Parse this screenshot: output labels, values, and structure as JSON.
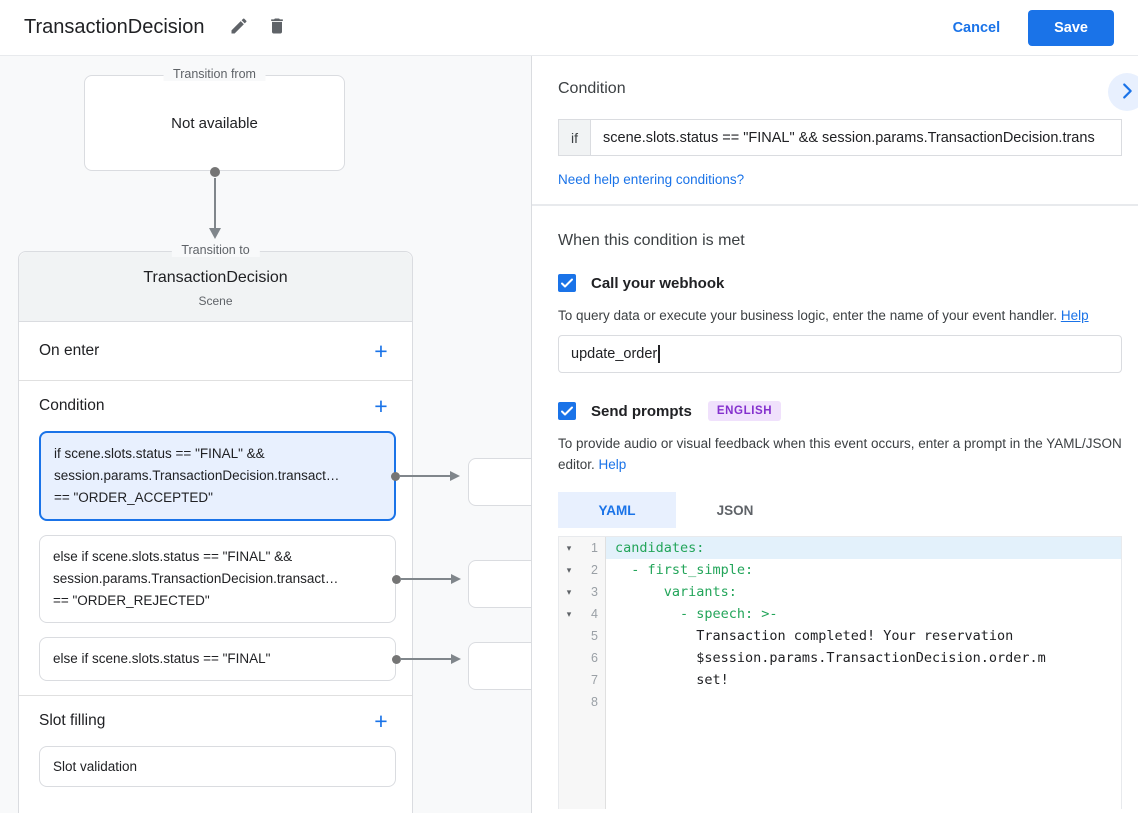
{
  "header": {
    "title": "TransactionDecision",
    "cancel_label": "Cancel",
    "save_label": "Save"
  },
  "canvas": {
    "transition_from": {
      "label": "Transition from",
      "content": "Not available"
    },
    "transition_to": {
      "label": "Transition to",
      "title": "TransactionDecision",
      "subtitle": "Scene"
    },
    "on_enter_label": "On enter",
    "condition_label": "Condition",
    "slot_filling_label": "Slot filling",
    "slot_validation_label": "Slot validation",
    "cards": [
      {
        "lines": [
          "if scene.slots.status == \"FINAL\" &&",
          "session.params.TransactionDecision.transact…",
          "== \"ORDER_ACCEPTED\""
        ]
      },
      {
        "lines": [
          "else if scene.slots.status == \"FINAL\" &&",
          "session.params.TransactionDecision.transact…",
          "== \"ORDER_REJECTED\""
        ]
      },
      {
        "lines": [
          "else if scene.slots.status == \"FINAL\""
        ]
      }
    ]
  },
  "panel": {
    "title": "Condition",
    "if_label": "if",
    "if_value": "scene.slots.status == \"FINAL\" && session.params.TransactionDecision.trans",
    "help_link": "Need help entering conditions?",
    "when_title": "When this condition is met",
    "webhook": {
      "label": "Call your webhook",
      "desc": "To query data or execute your business logic, enter the name of your event handler.",
      "help_label": "Help",
      "value": "update_order"
    },
    "prompts": {
      "label": "Send prompts",
      "badge": "ENGLISH",
      "desc": "To provide audio or visual feedback when this event occurs, enter a prompt in the YAML/JSON editor.",
      "help_label": "Help"
    },
    "tabs": {
      "yaml": "YAML",
      "json": "JSON"
    },
    "editor": {
      "lines": [
        {
          "n": "1",
          "code": "candidates:"
        },
        {
          "n": "2",
          "code": "  - first_simple:"
        },
        {
          "n": "3",
          "code": "      variants:"
        },
        {
          "n": "4",
          "code": "        - speech: >-"
        },
        {
          "n": "5",
          "code": "          Transaction completed! Your reservation"
        },
        {
          "n": "6",
          "code": "          $session.params.TransactionDecision.order.m"
        },
        {
          "n": "7",
          "code": "          set!"
        },
        {
          "n": "8",
          "code": ""
        }
      ]
    }
  },
  "glyphs": {
    "plus": "+",
    "fold": "▾"
  },
  "colors": {
    "accent": "#1a73e8",
    "active_card_bg": "#e8f0fe",
    "active_card_border": "#1a73e8",
    "badge_bg": "#f0e1fc",
    "badge_text": "#8430ce",
    "code_key_green": "#23a55a",
    "active_line_bg": "#e3f1fb",
    "canvas_bg": "#f8f9fa"
  }
}
